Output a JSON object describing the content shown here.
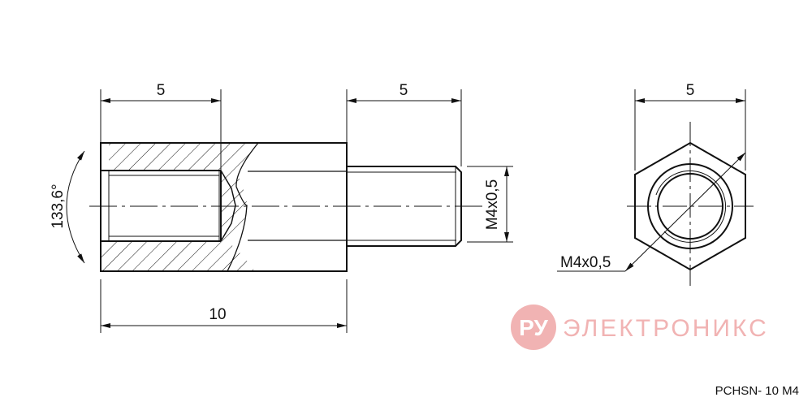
{
  "colors": {
    "line": "#111111",
    "watermark": "#f1b3b3"
  },
  "dimensions": {
    "internal_thread_depth": "5",
    "external_thread_length": "5",
    "hex_width": "5",
    "overall_length": "10",
    "countersink_angle": "133,6°",
    "external_thread": "M4x0,5",
    "internal_thread": "M4x0,5"
  },
  "watermark": {
    "badge": "РУ",
    "text": "ЭЛЕКТРОНИКС"
  },
  "part_code": "PCHSN- 10 M4"
}
